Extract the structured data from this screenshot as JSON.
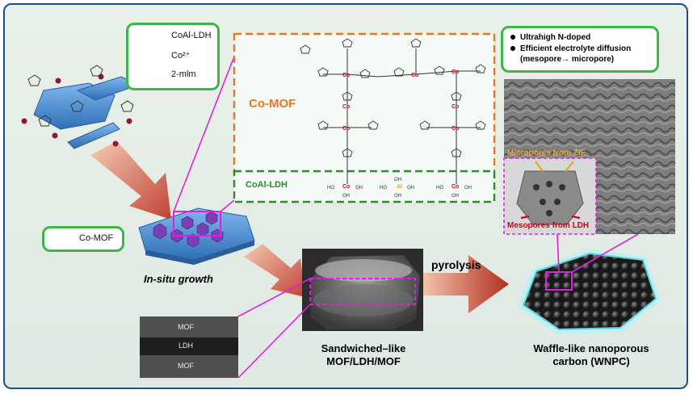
{
  "legend": {
    "items": [
      {
        "label": "CoAl-LDH"
      },
      {
        "label": "Co²⁺"
      },
      {
        "label": "2-mlm"
      }
    ]
  },
  "comof_legend": {
    "label": "Co-MOF"
  },
  "structure": {
    "comof_title": "Co-MOF",
    "ldh_title": "CoAl-LDH"
  },
  "bullets": {
    "items": [
      {
        "text": "Ultrahigh N-doped"
      },
      {
        "text": "Efficient electrolyte diffusion"
      }
    ],
    "subtext": "(mesopore→ micropore)"
  },
  "annotations": {
    "micropores": "Micropores from ZIF",
    "mesopores": "Mesopores from LDH"
  },
  "captions": {
    "insitu": "In-situ growth",
    "pyrolysis": "pyrolysis",
    "sandwich_line1": "Sandwiched–like",
    "sandwich_line2": "MOF/LDH/MOF",
    "waffle_line1": "Waffle-like nanoporous",
    "waffle_line2": "carbon (WNPC)"
  },
  "tem": {
    "top": "MOF",
    "middle": "LDH",
    "bottom": "MOF"
  },
  "colors": {
    "frame": "#1f4e8c",
    "green_box": "#3cb54a",
    "orange_dash": "#e87722",
    "green_dash": "#2e8b2e",
    "magenta": "#e020e0",
    "ldh_blue": "#4a90d9",
    "mof_purple": "#7b3fb5",
    "co_red": "#d0021b"
  }
}
